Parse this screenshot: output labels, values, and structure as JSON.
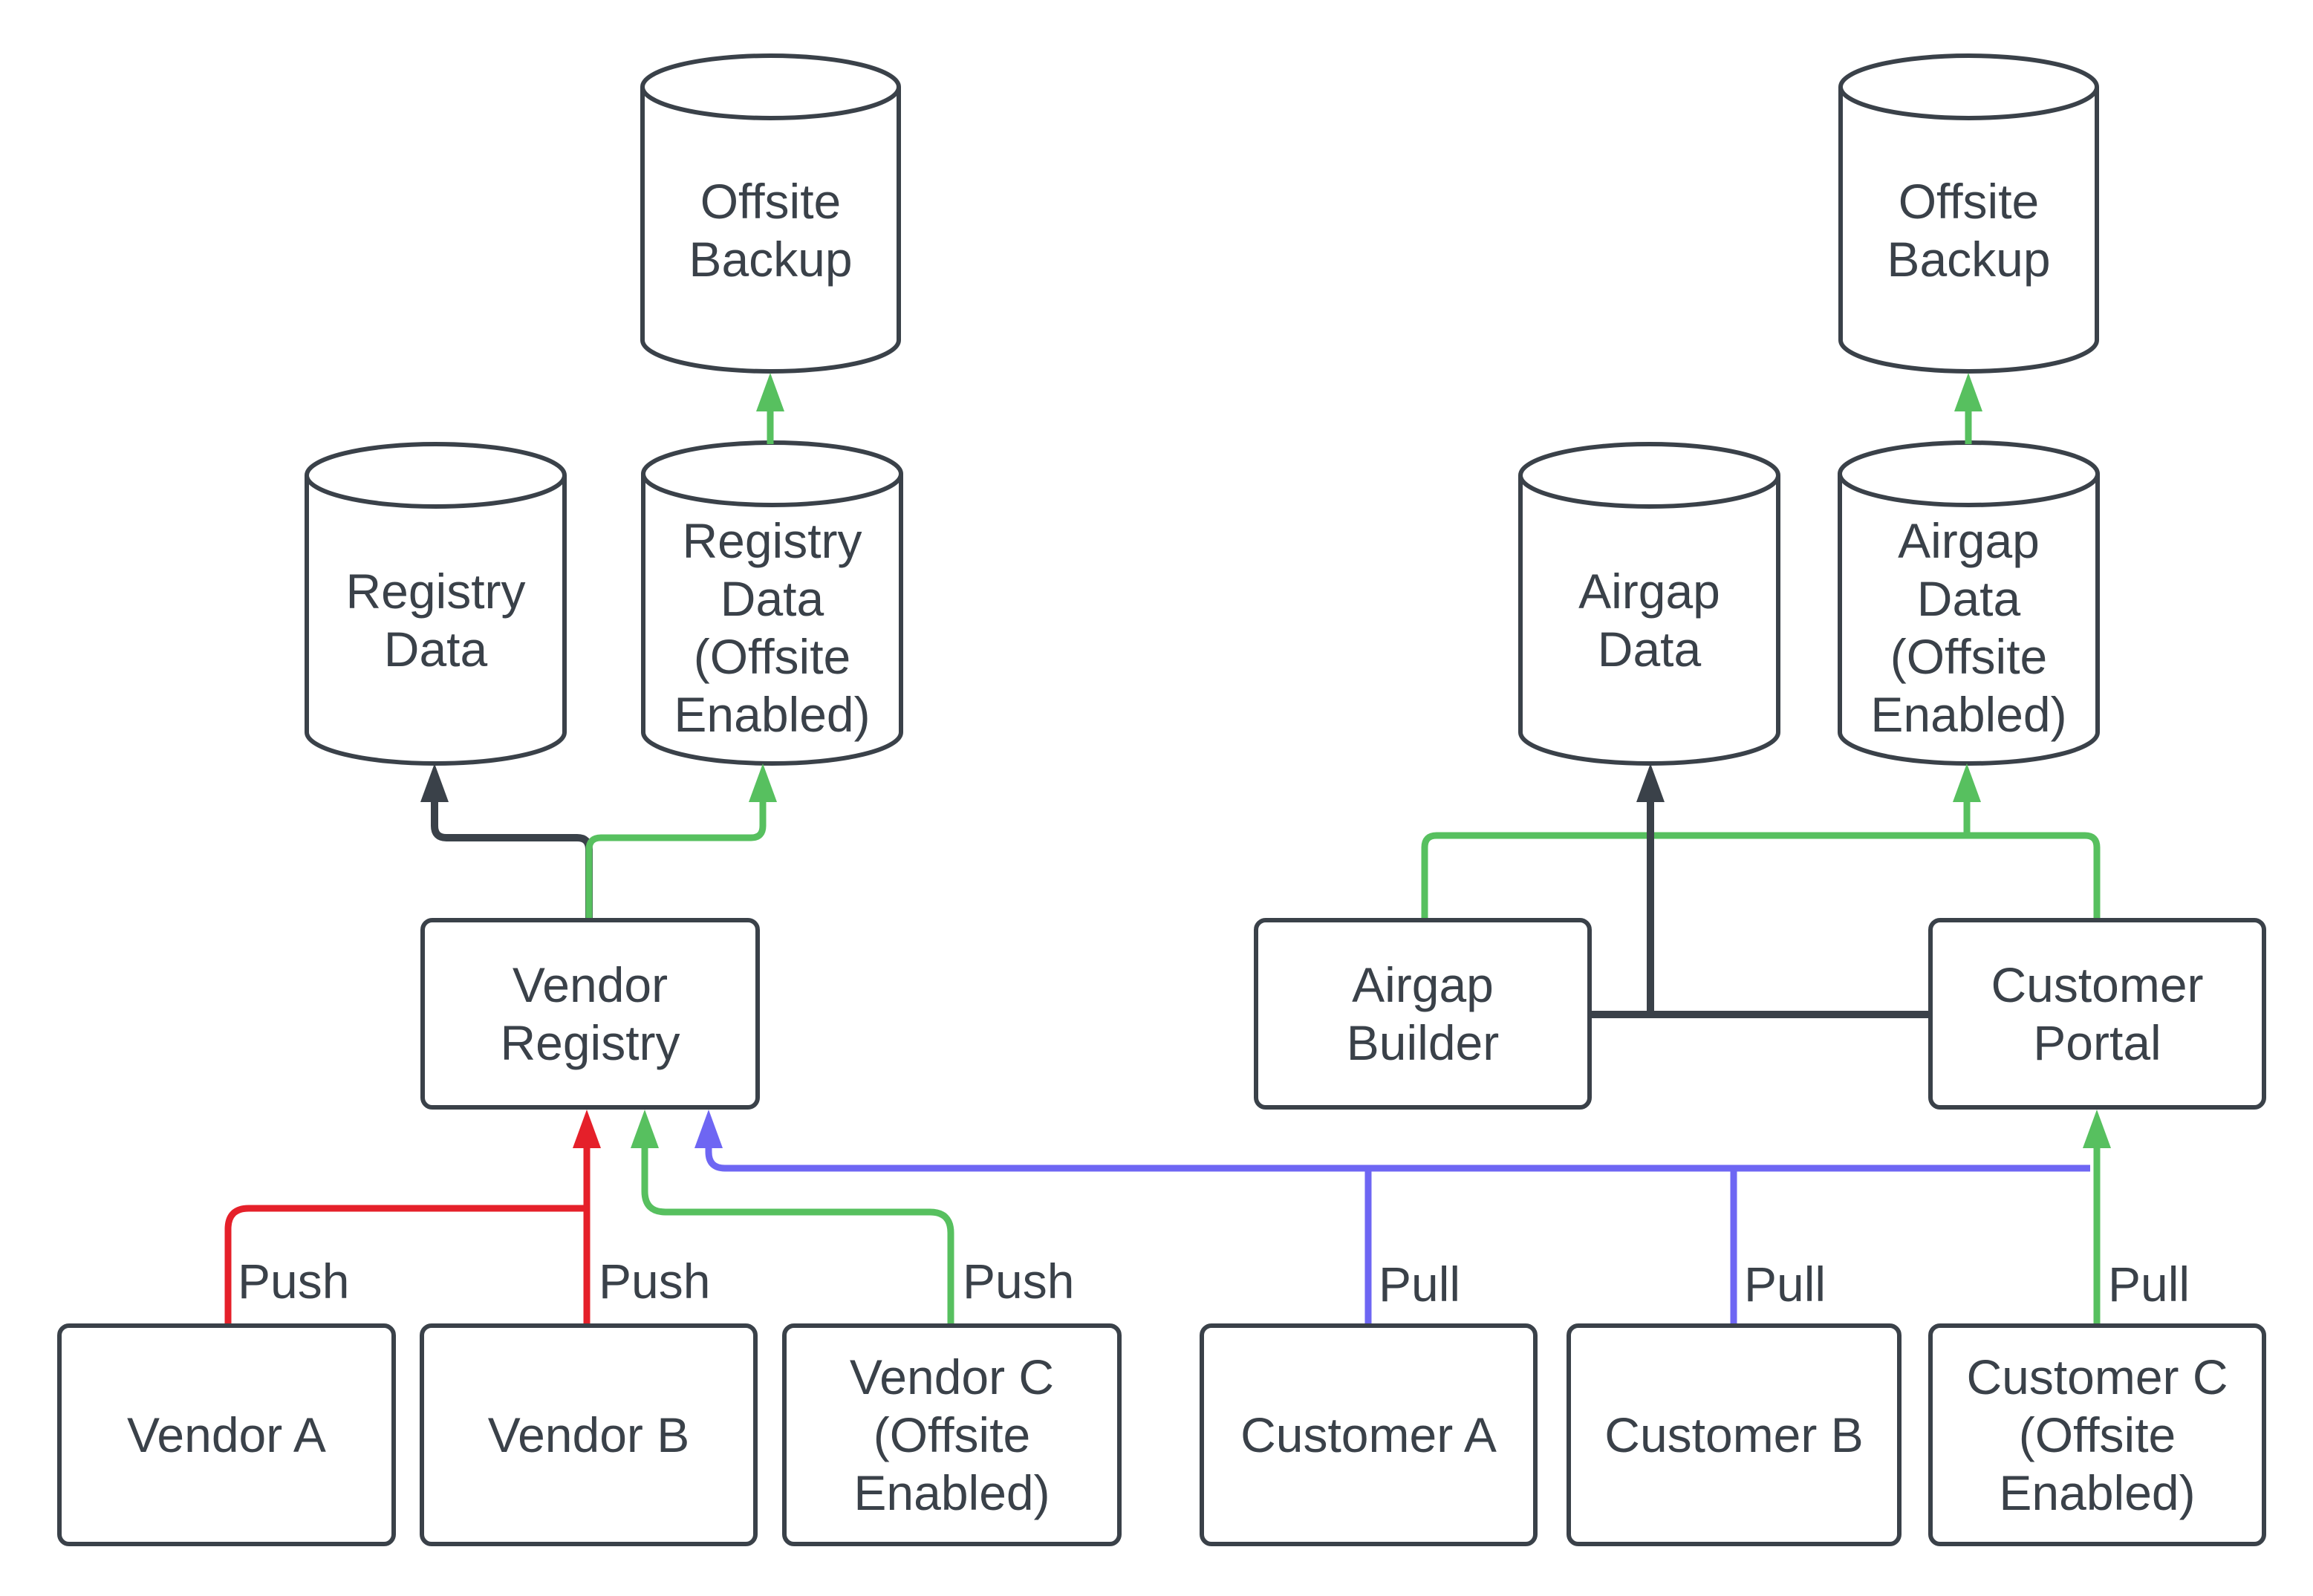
{
  "diagram_type": "flow-diagram",
  "colors": {
    "dark": "#3a4149",
    "green": "#57c05f",
    "red": "#e5202a",
    "purple": "#6e66f3",
    "node_fill": "#ffffff",
    "background": "#ffffff",
    "text": "#3a4149"
  },
  "nodes": {
    "offsite_backup_left": {
      "label": "Offsite\nBackup",
      "shape": "cylinder"
    },
    "registry_data": {
      "label": "Registry\nData",
      "shape": "cylinder"
    },
    "registry_data_offsite": {
      "label": "Registry\nData\n(Offsite\nEnabled)",
      "shape": "cylinder"
    },
    "offsite_backup_right": {
      "label": "Offsite\nBackup",
      "shape": "cylinder"
    },
    "airgap_data": {
      "label": "Airgap\nData",
      "shape": "cylinder"
    },
    "airgap_data_offsite": {
      "label": "Airgap\nData\n(Offsite\nEnabled)",
      "shape": "cylinder"
    },
    "vendor_registry": {
      "label": "Vendor\nRegistry",
      "shape": "box"
    },
    "airgap_builder": {
      "label": "Airgap\nBuilder",
      "shape": "box"
    },
    "customer_portal": {
      "label": "Customer\nPortal",
      "shape": "box"
    },
    "vendor_a": {
      "label": "Vendor A",
      "shape": "box"
    },
    "vendor_b": {
      "label": "Vendor B",
      "shape": "box"
    },
    "vendor_c": {
      "label": "Vendor C\n(Offsite\nEnabled)",
      "shape": "box"
    },
    "customer_a": {
      "label": "Customer A",
      "shape": "box"
    },
    "customer_b": {
      "label": "Customer B",
      "shape": "box"
    },
    "customer_c": {
      "label": "Customer C\n(Offsite\nEnabled)",
      "shape": "box"
    }
  },
  "edge_labels": {
    "push_a": "Push",
    "push_b": "Push",
    "push_c": "Push",
    "pull_a": "Pull",
    "pull_b": "Pull",
    "pull_c": "Pull"
  }
}
